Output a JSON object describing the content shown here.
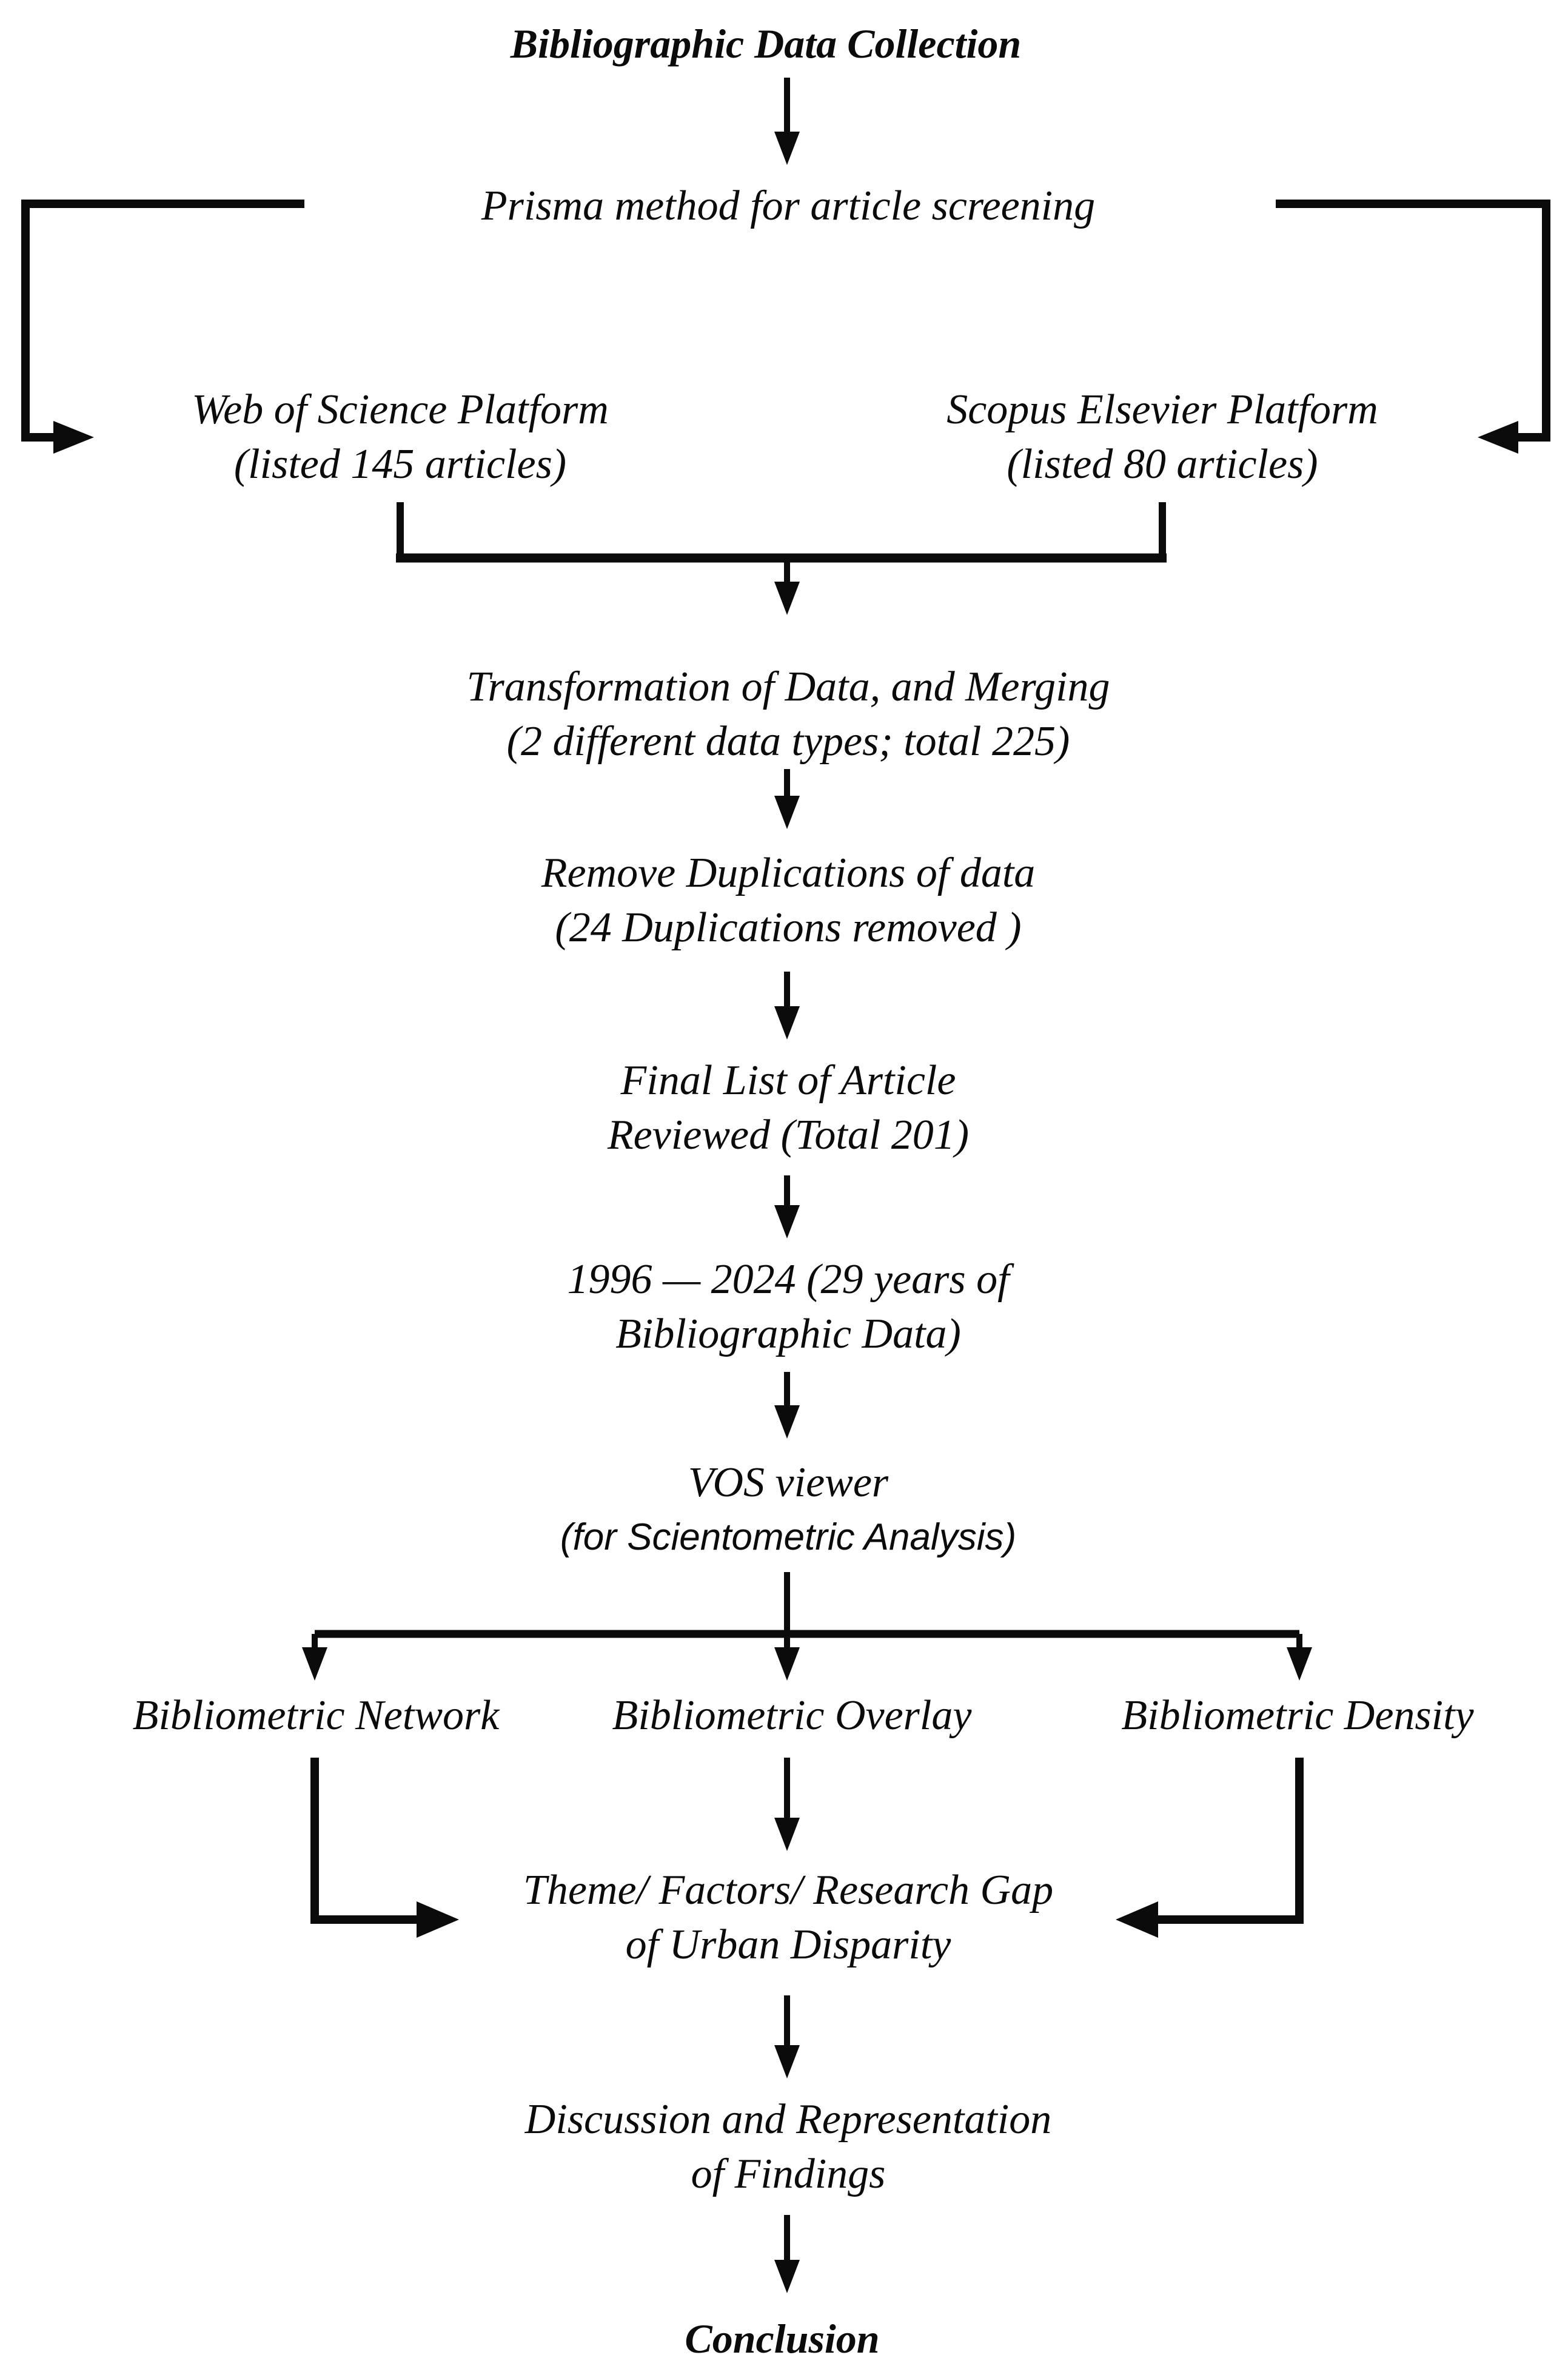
{
  "colors": {
    "ink": "#0b0b0b",
    "background": "#ffffff"
  },
  "flow": {
    "title": "Bibliographic Data Collection",
    "screening": "Prisma method for  article screening",
    "sources": [
      {
        "name": "Web of Science Platform",
        "detail": "(listed 145 articles)"
      },
      {
        "name": "Scopus Elsevier  Platform",
        "detail": "(listed 80 articles)"
      }
    ],
    "transform": {
      "line1": "Transformation of Data, and  Merging",
      "line2": "(2 different data types;  total 225)"
    },
    "dedup": {
      "line1": "Remove Duplications of data",
      "line2": "(24 Duplications removed )"
    },
    "final_list": {
      "line1": "Final List of Article",
      "line2": "Reviewed (Total 201)"
    },
    "years": {
      "line1": "1996 — 2024 (29 years of",
      "line2": "Bibliographic Data)"
    },
    "vosviewer": {
      "line1": "VOS viewer",
      "line2": "(for  Scientometric Analysis)"
    },
    "branches": [
      {
        "label": "Bibliometric Network"
      },
      {
        "label": "Bibliometric Overlay"
      },
      {
        "label": "Bibliometric Density"
      }
    ],
    "theme": {
      "line1": "Theme/ Factors/ Research Gap",
      "line2": "of Urban Disparity"
    },
    "discussion": {
      "line1": "Discussion and Representation",
      "line2": "of Findings"
    },
    "conclusion": "Conclusion"
  }
}
